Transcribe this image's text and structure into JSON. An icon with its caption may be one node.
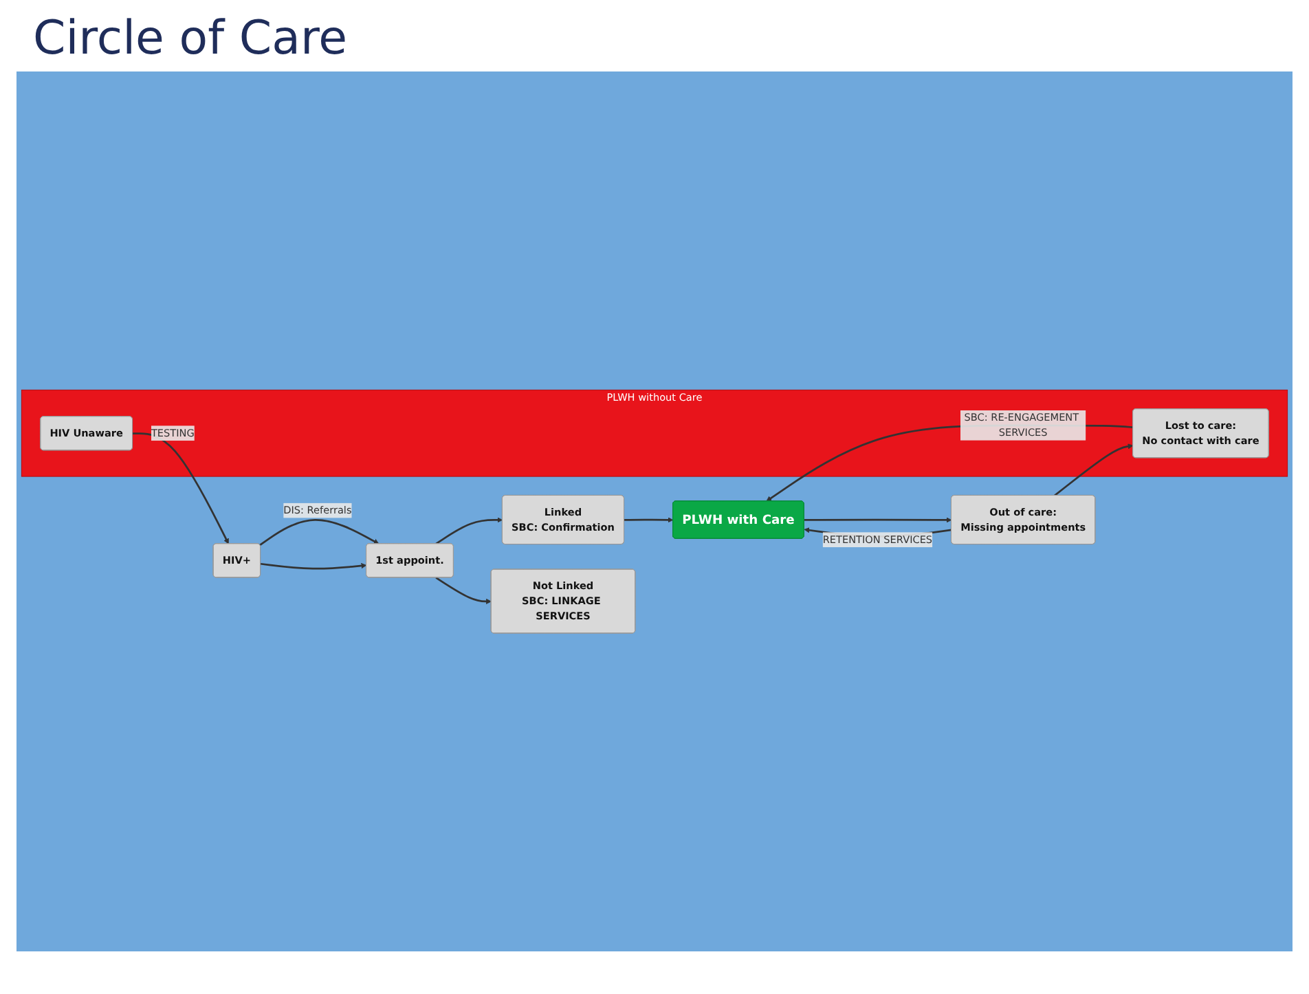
{
  "diagram": {
    "title": "Circle of Care",
    "nodes": [
      {
        "text": [
          "PLWH without Care"
        ]
      },
      {
        "text": [
          "HIV Unaware"
        ],
        "in": 0
      },
      {
        "text": [
          "HIV+"
        ]
      },
      {
        "text": [
          "1st appoint."
        ]
      },
      {
        "text": [
          "Linked",
          "SBC: Confirmation"
        ]
      },
      {
        "text": [
          "Not Linked",
          "SBC: LINKAGE SERVICES"
        ]
      },
      {
        "text": [
          "PLWH with Care"
        ]
      },
      {
        "text": [
          "Lost to care:",
          "No contact with care"
        ],
        "in": 0
      },
      {
        "text": [
          "Out of care:",
          "Missing appointments"
        ]
      }
    ],
    "edges": [
      {
        "from": 1,
        "to": 2,
        "arrow": "to",
        "label": "TESTING"
      },
      {
        "from": 2,
        "to": 3,
        "arrow": "to",
        "label": "DIS: Referrals"
      },
      {
        "from": 2,
        "to": 3,
        "arrow": "to"
      },
      {
        "from": 3,
        "to": 4,
        "arrow": "to"
      },
      {
        "from": 3,
        "to": 5,
        "arrow": "to"
      },
      {
        "from": 4,
        "to": 6,
        "arrow": "to"
      },
      {
        "from": 7,
        "to": 6,
        "arrow": "to",
        "label": "SBC: RE-ENGAGEMENT SERVICES"
      },
      {
        "from": 8,
        "to": 6,
        "arrow": "to",
        "label": "RETENTION SERVICES"
      },
      {
        "from": 6,
        "to": 8,
        "arrow": "to"
      },
      {
        "from": 8,
        "to": 7,
        "arrow": "to"
      }
    ]
  }
}
